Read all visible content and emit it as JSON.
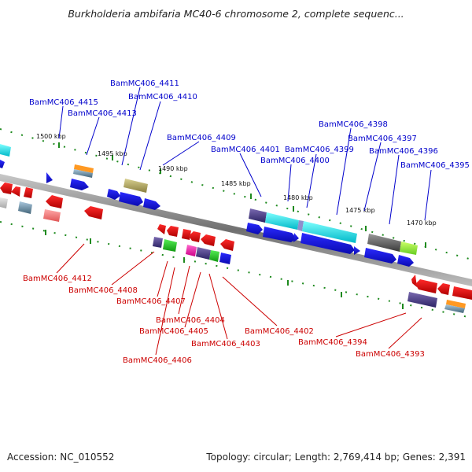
{
  "title": "Burkholderia ambifaria MC40-6 chromosome 2, complete sequenc...",
  "footer": {
    "accession": "Accession: NC_010552",
    "summary": "Topology: circular; Length: 2,769,414 bp; Genes: 2,391"
  },
  "scale_labels": [
    "1500 kbp",
    "1495 kbp",
    "1490 kbp",
    "1485 kbp",
    "1480 kbp",
    "1475 kbp",
    "1470 kbp"
  ],
  "forward_genes": [
    "BamMC406_4411",
    "BamMC406_4415",
    "BamMC406_4410",
    "BamMC406_4413",
    "BamMC406_4409",
    "BamMC406_4398",
    "BamMC406_4397",
    "BamMC406_4401",
    "BamMC406_4399",
    "BamMC406_4396",
    "BamMC406_4400",
    "BamMC406_4395"
  ],
  "reverse_genes": [
    "BamMC406_4412",
    "BamMC406_4408",
    "BamMC406_4407",
    "BamMC406_4404",
    "BamMC406_4405",
    "BamMC406_4402",
    "BamMC406_4403",
    "BamMC406_4406",
    "BamMC406_4394",
    "BamMC406_4393"
  ],
  "colors": {
    "forward_label": "#0000cc",
    "reverse_label": "#cc0000",
    "backbone": "#808080",
    "forward_cds": "#1a1aee",
    "reverse_cds": "#ee1111",
    "tick": "#1e8a1e"
  }
}
